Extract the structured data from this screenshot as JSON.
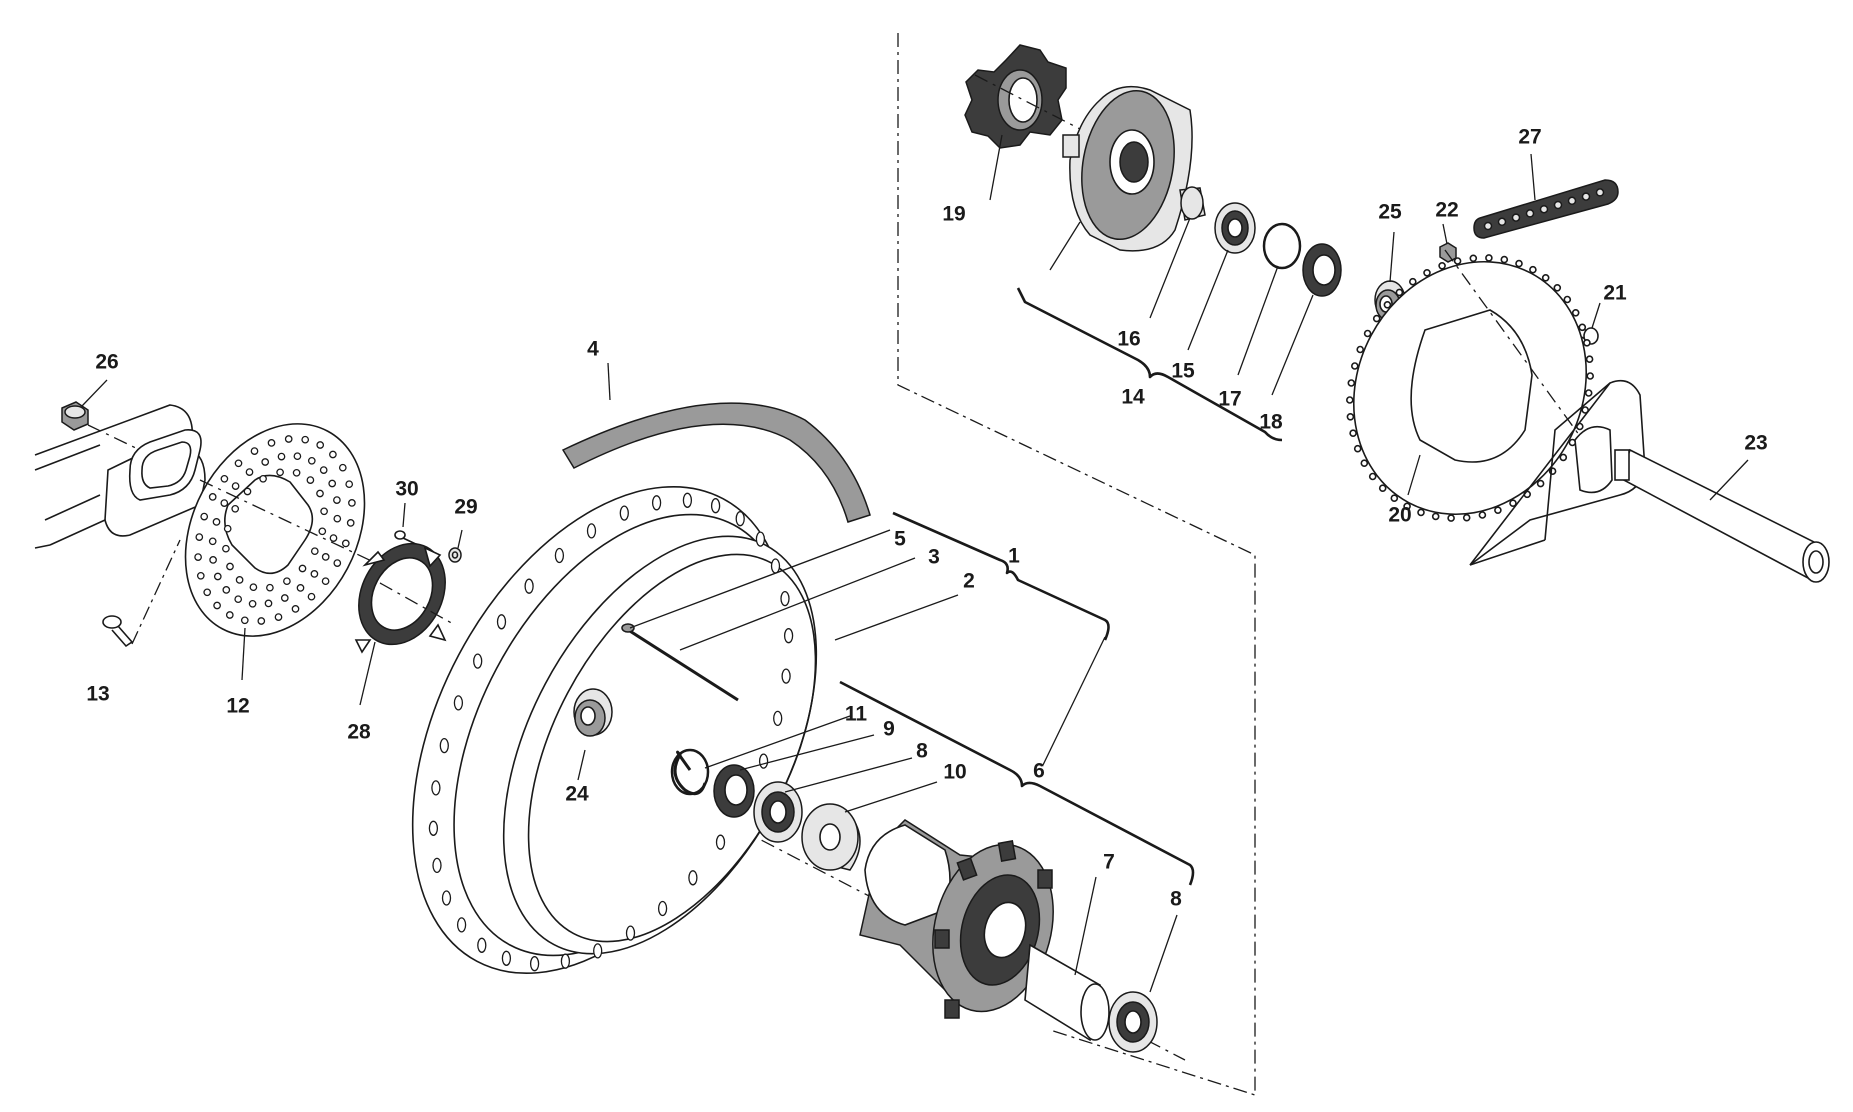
{
  "diagram": {
    "part_labels": [
      {
        "id": "p1",
        "text": "1"
      },
      {
        "id": "p2",
        "text": "2"
      },
      {
        "id": "p3",
        "text": "3"
      },
      {
        "id": "p4",
        "text": "4"
      },
      {
        "id": "p5",
        "text": "5"
      },
      {
        "id": "p6",
        "text": "6"
      },
      {
        "id": "p7",
        "text": "7"
      },
      {
        "id": "p8a",
        "text": "8"
      },
      {
        "id": "p8b",
        "text": "8"
      },
      {
        "id": "p9",
        "text": "9"
      },
      {
        "id": "p10",
        "text": "10"
      },
      {
        "id": "p11",
        "text": "11"
      },
      {
        "id": "p12",
        "text": "12"
      },
      {
        "id": "p13",
        "text": "13"
      },
      {
        "id": "p14",
        "text": "14"
      },
      {
        "id": "p15",
        "text": "15"
      },
      {
        "id": "p16",
        "text": "16"
      },
      {
        "id": "p17",
        "text": "17"
      },
      {
        "id": "p18",
        "text": "18"
      },
      {
        "id": "p19",
        "text": "19"
      },
      {
        "id": "p20",
        "text": "20"
      },
      {
        "id": "p21",
        "text": "21"
      },
      {
        "id": "p22",
        "text": "22"
      },
      {
        "id": "p23",
        "text": "23"
      },
      {
        "id": "p24",
        "text": "24"
      },
      {
        "id": "p25",
        "text": "25"
      },
      {
        "id": "p26",
        "text": "26"
      },
      {
        "id": "p27",
        "text": "27"
      },
      {
        "id": "p28",
        "text": "28"
      },
      {
        "id": "p29",
        "text": "29"
      },
      {
        "id": "p30",
        "text": "30"
      }
    ]
  }
}
